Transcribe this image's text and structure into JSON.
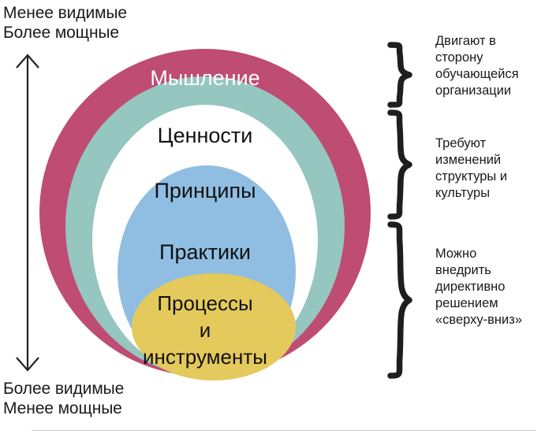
{
  "diagram": {
    "axis": {
      "top_label": "Менее видимые\nБолее мощные",
      "bottom_label": "Более видимые\nМенее мощные",
      "arrow_icon": "double-headed-vertical-arrow-icon"
    },
    "rings": [
      {
        "id": "mindset",
        "label": "Мышление",
        "color": "#BF4C72",
        "text_color": "#FFFFFF"
      },
      {
        "id": "values",
        "label": "Ценности",
        "color": "#95C6C0",
        "text_color": "#111111"
      },
      {
        "id": "principles",
        "label": "Принципы",
        "color": "#FFFFFF",
        "text_color": "#111111"
      },
      {
        "id": "practices",
        "label": "Практики",
        "color": "#8FBEE2",
        "text_color": "#111111"
      },
      {
        "id": "processes",
        "label": "Процессы\nи\nинструменты",
        "color": "#E4C95C",
        "text_color": "#111111"
      }
    ],
    "notes": [
      {
        "id": "note-1",
        "brace_icon": "curly-brace-icon",
        "text": "Двигают в\nсторону\nобучающейся\nорганизации"
      },
      {
        "id": "note-2",
        "brace_icon": "curly-brace-icon",
        "text": "Требуют\nизменений\nструктуры и\nкультуры"
      },
      {
        "id": "note-3",
        "brace_icon": "curly-brace-icon",
        "text": "Можно\nвнедрить\nдирективно\nрешением\n«сверху-вниз»"
      }
    ]
  },
  "chart_data": {
    "type": "diagram",
    "subtype": "nested-ellipses",
    "title": "",
    "axis_labels": {
      "top": "Менее видимые / Более мощные",
      "bottom": "Более видимые / Менее мощные"
    },
    "layers_outer_to_inner": [
      "Мышление",
      "Ценности",
      "Принципы",
      "Практики",
      "Процессы и инструменты"
    ],
    "groupings": [
      {
        "brace": 1,
        "covers": [
          "Мышление"
        ],
        "note": "Двигают в сторону обучающейся организации"
      },
      {
        "brace": 2,
        "covers": [
          "Ценности",
          "Принципы"
        ],
        "note": "Требуют изменений структуры и культуры"
      },
      {
        "brace": 3,
        "covers": [
          "Практики",
          "Процессы и инструменты"
        ],
        "note": "Можно внедрить директивно решением «сверху-вниз»"
      }
    ]
  }
}
